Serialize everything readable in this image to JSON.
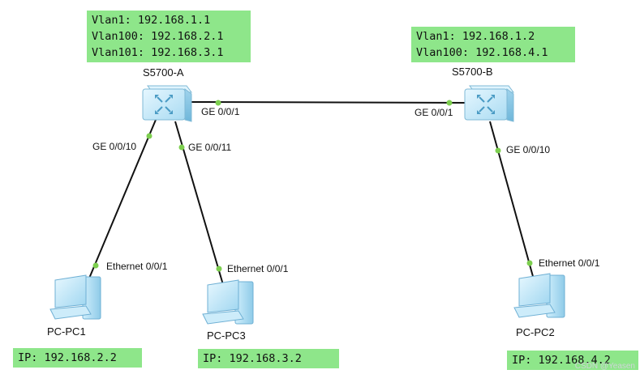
{
  "devices": {
    "switch_a": {
      "name": "S5700-A",
      "config": [
        "Vlan1: 192.168.1.1",
        "Vlan100: 192.168.2.1",
        "Vlan101: 192.168.3.1"
      ]
    },
    "switch_b": {
      "name": "S5700-B",
      "config": [
        "Vlan1: 192.168.1.2",
        "Vlan100: 192.168.4.1"
      ]
    },
    "pc1": {
      "name": "PC-PC1",
      "ip": "IP: 192.168.2.2"
    },
    "pc3": {
      "name": "PC-PC3",
      "ip": "IP: 192.168.3.2"
    },
    "pc2": {
      "name": "PC-PC2",
      "ip": "IP: 192.168.4.2"
    }
  },
  "ports": {
    "a_uplink": "GE 0/0/1",
    "b_uplink": "GE 0/0/1",
    "a_pc1": "GE 0/0/10",
    "a_pc3": "GE 0/0/11",
    "b_pc2": "GE 0/0/10",
    "pc1_eth": "Ethernet 0/0/1",
    "pc3_eth": "Ethernet 0/0/1",
    "pc2_eth": "Ethernet 0/0/1"
  },
  "watermark": "CSDN @Yeasen",
  "colors": {
    "config_bg": "#8ee68a",
    "port_dot": "#7dcf4f",
    "link": "#111111",
    "device_blue": "#bde6f6"
  },
  "icons": {
    "switch": "l3-switch-icon",
    "pc": "desktop-pc-icon"
  }
}
